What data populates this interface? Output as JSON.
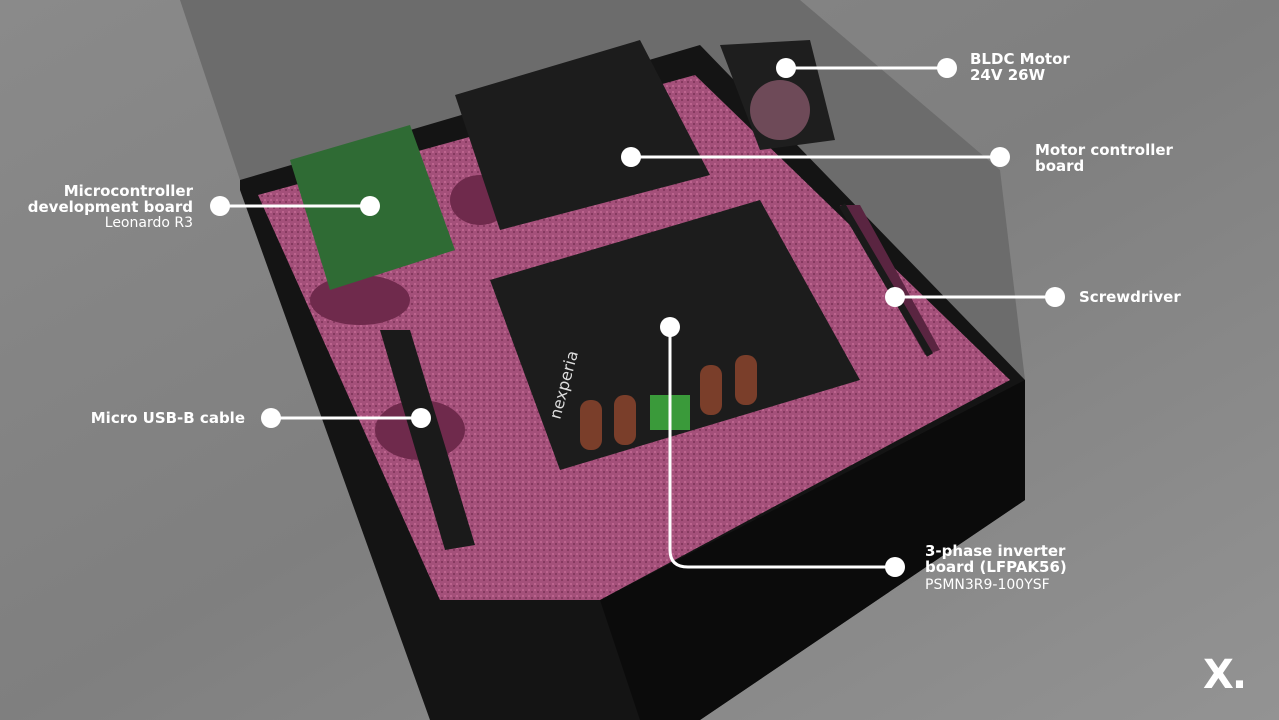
{
  "callouts": {
    "microcontroller": {
      "title_line1": "Microcontroller",
      "title_line2": "development board",
      "subtitle": "Leonardo R3"
    },
    "usb_cable": {
      "title": "Micro USB-B cable"
    },
    "bldc_motor": {
      "title_line1": "BLDC Motor",
      "title_line2": "24V 26W"
    },
    "motor_controller": {
      "title_line1": "Motor controller",
      "title_line2": "board"
    },
    "screwdriver": {
      "title": "Screwdriver"
    },
    "inverter": {
      "title_line1": "3-phase inverter",
      "title_line2": "board (LFPAK56)",
      "subtitle": "PSMN3R9-100YSF"
    }
  },
  "board_print": {
    "brand": "nexperia"
  },
  "logo": {
    "text": "X."
  },
  "colors": {
    "background": "#8c8c8c",
    "foam": "#a04a72",
    "box": "#141414",
    "pcb_green": "#2f6b34",
    "pcb_black": "#1c1c1c"
  }
}
